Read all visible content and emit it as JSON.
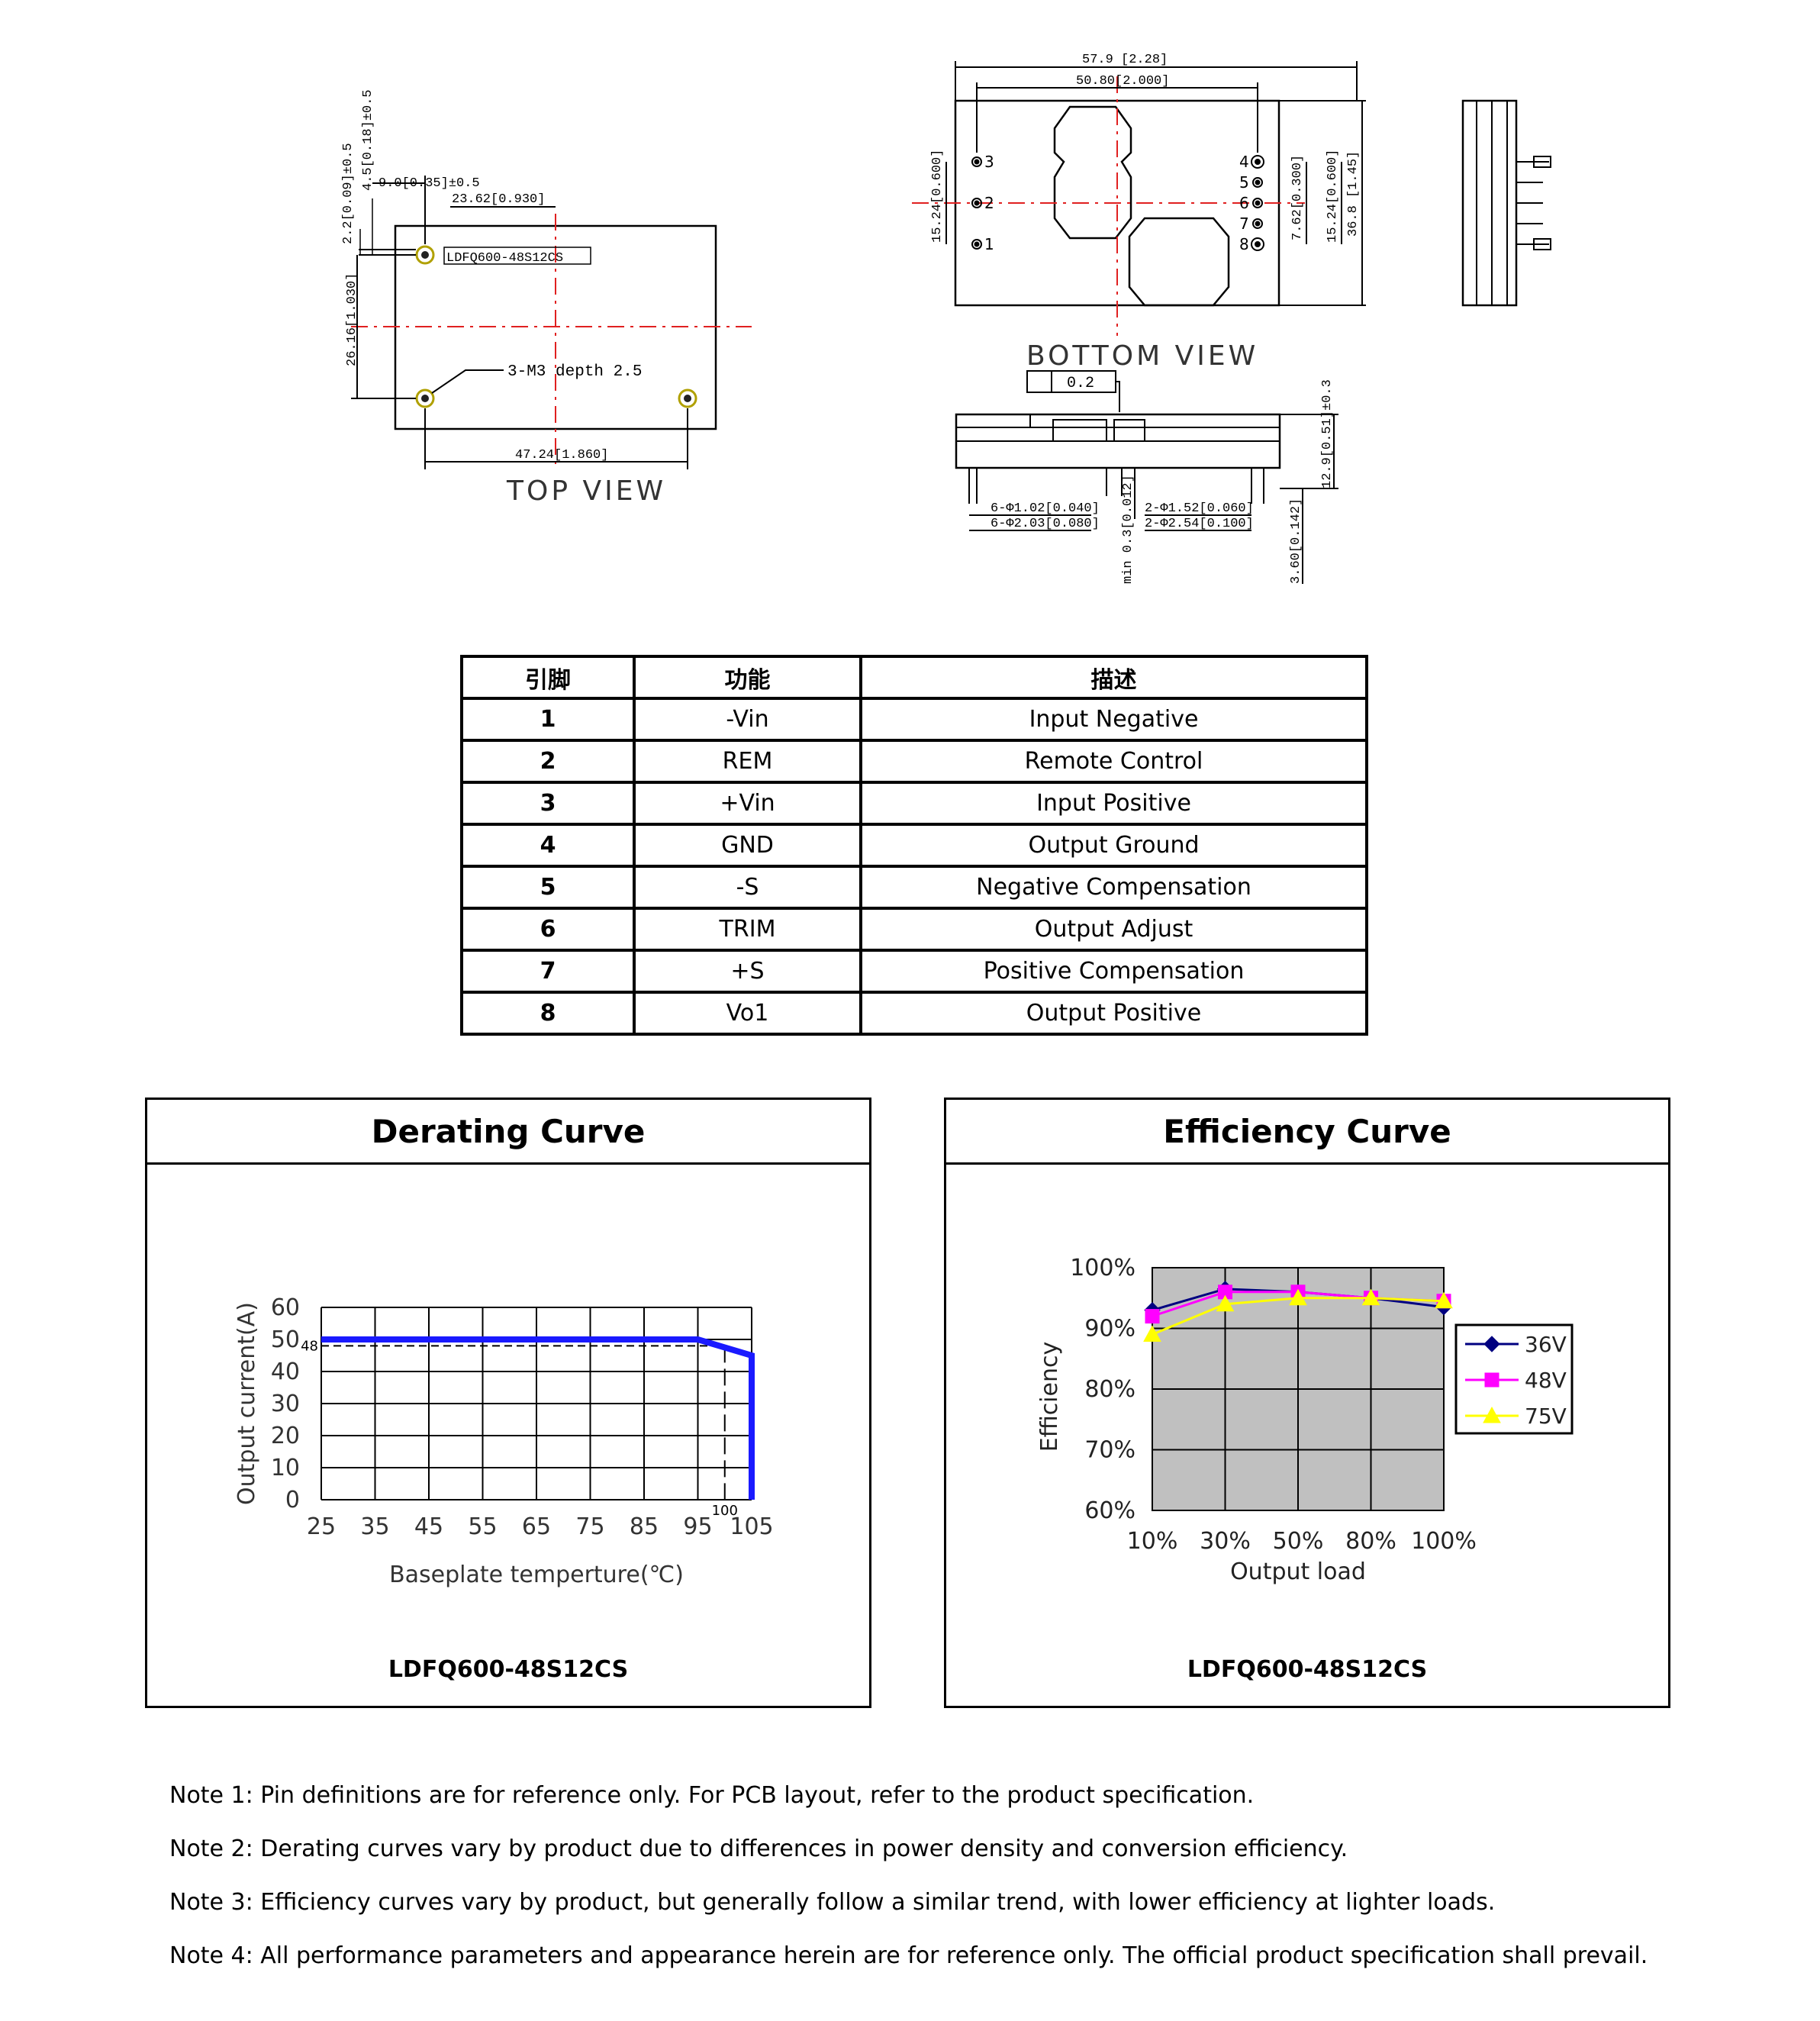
{
  "drawings": {
    "top_view": {
      "caption": "TOP VIEW",
      "part_label": "LDFQ600-48S12CS",
      "hole_note": "3-M3 depth 2.5",
      "dims": {
        "d1": "9.0[0.35]±0.5",
        "d2": "23.62[0.930]",
        "d3": "2.2[0.09]±0.5",
        "d4": "4.5[0.18]±0.5",
        "d5": "26.16[1.030]",
        "d6": "47.24[1.860]"
      }
    },
    "bottom_view": {
      "caption": "BOTTOM VIEW",
      "pins": [
        "1",
        "2",
        "3",
        "4",
        "5",
        "6",
        "7",
        "8"
      ],
      "dims": {
        "w1": "57.9 [2.28]",
        "w2": "50.80[2.000]",
        "h1": "15.24[0.600]",
        "h2": "7.62[0.300]",
        "h3": "15.24[0.600]",
        "h4": "36.8 [1.45]"
      }
    },
    "side_view": {
      "flatness": "0.2",
      "dims": {
        "p1": "6-Φ1.02[0.040]",
        "p2": "6-Φ2.03[0.080]",
        "p3": "2-Φ1.52[0.060]",
        "p4": "2-Φ2.54[0.100]",
        "p5": "min 0.3[0.012]",
        "p6": "12.9[0.51]±0.3",
        "p7": "3.60[0.142]"
      }
    }
  },
  "pin_table": {
    "headers": [
      "引脚",
      "功能",
      "描述"
    ],
    "rows": [
      {
        "pin": "1",
        "func": "-Vin",
        "desc": "Input Negative"
      },
      {
        "pin": "2",
        "func": "REM",
        "desc": "Remote Control"
      },
      {
        "pin": "3",
        "func": "+Vin",
        "desc": "Input Positive"
      },
      {
        "pin": "4",
        "func": "GND",
        "desc": "Output Ground"
      },
      {
        "pin": "5",
        "func": "-S",
        "desc": "Negative Compensation"
      },
      {
        "pin": "6",
        "func": "TRIM",
        "desc": "Output Adjust"
      },
      {
        "pin": "7",
        "func": "+S",
        "desc": "Positive Compensation"
      },
      {
        "pin": "8",
        "func": "Vo1",
        "desc": "Output Positive"
      }
    ]
  },
  "chart_data": [
    {
      "type": "line",
      "title": "Derating Curve",
      "model": "LDFQ600-48S12CS",
      "xlabel": "Baseplate temperture(℃)",
      "ylabel": "Output current(A)",
      "x_ticks": [
        "25",
        "35",
        "45",
        "55",
        "65",
        "75",
        "85",
        "95",
        "105"
      ],
      "y_ticks": [
        "0",
        "10",
        "20",
        "30",
        "40",
        "50",
        "60"
      ],
      "xlim": [
        25,
        105
      ],
      "ylim": [
        0,
        60
      ],
      "grid": true,
      "series": [
        {
          "x": [
            25,
            95,
            105,
            105
          ],
          "y": [
            50,
            50,
            45,
            0
          ],
          "color": "#1a1aff"
        }
      ],
      "annotations": [
        {
          "label": "48",
          "axis": "y",
          "value": 48
        },
        {
          "label": "100",
          "axis": "x",
          "value": 100
        }
      ]
    },
    {
      "type": "line",
      "title": "Efficiency Curve",
      "model": "LDFQ600-48S12CS",
      "xlabel": "Output load",
      "ylabel": "Efficiency",
      "categories": [
        "10%",
        "30%",
        "50%",
        "80%",
        "100%"
      ],
      "y_ticks": [
        "60%",
        "70%",
        "80%",
        "90%",
        "100%"
      ],
      "ylim": [
        60,
        100
      ],
      "grid": true,
      "legend_position": "right",
      "series": [
        {
          "name": "36V",
          "values": [
            93,
            96.5,
            96,
            95,
            93.5
          ],
          "color": "#000080",
          "marker": "diamond"
        },
        {
          "name": "48V",
          "values": [
            92,
            96,
            96,
            95,
            94.5
          ],
          "color": "#ff00ff",
          "marker": "square"
        },
        {
          "name": "75V",
          "values": [
            89,
            94,
            95,
            95,
            94.5
          ],
          "color": "#ffff00",
          "marker": "triangle"
        }
      ]
    }
  ],
  "notes": [
    "Note 1: Pin definitions are for reference only. For PCB layout, refer to the product specification.",
    "Note 2: Derating curves vary by product due to differences in power density and conversion efficiency.",
    "Note 3: Efficiency curves vary by product, but generally follow a similar trend, with lower efficiency at lighter loads.",
    "Note 4: All performance parameters and appearance herein are for reference only. The official product specification shall prevail."
  ]
}
